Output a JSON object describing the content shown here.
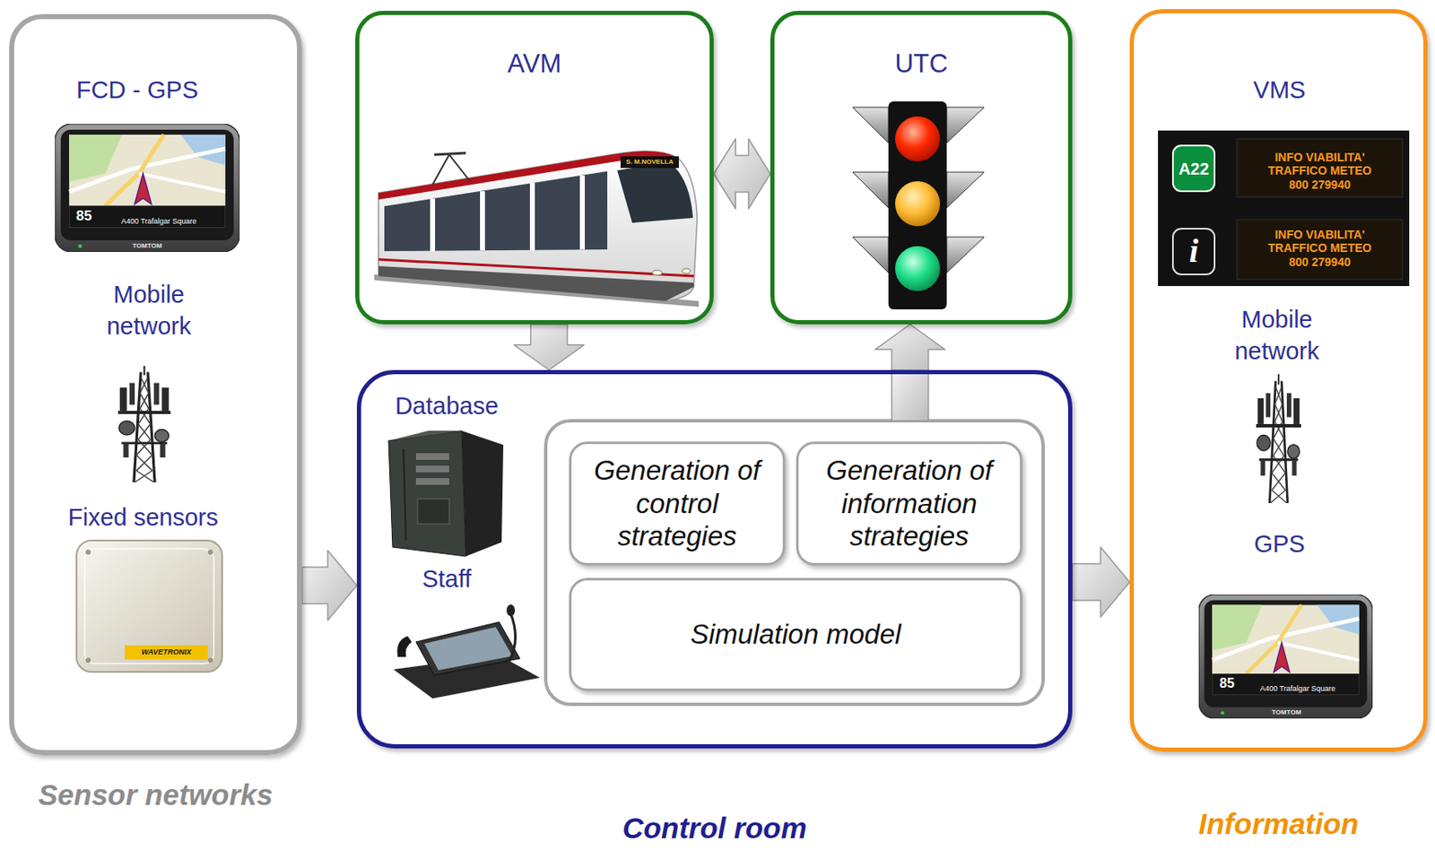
{
  "diagram": {
    "nodes": [
      {
        "text": [
          "Sensor networks"
        ]
      },
      {
        "text": [
          "AVM"
        ]
      },
      {
        "text": [
          "UTC"
        ]
      },
      {
        "text": [
          "Control room"
        ]
      },
      {
        "text": [
          "Generation of control strategies"
        ],
        "in": 3
      },
      {
        "text": [
          "Generation of information strategies"
        ],
        "in": 3
      },
      {
        "text": [
          "Simulation model"
        ],
        "in": 3
      },
      {
        "text": [
          "Information"
        ]
      }
    ],
    "edges": [
      {
        "from": 1,
        "to": 2,
        "arrow": "both"
      },
      {
        "from": 1,
        "to": 3,
        "arrow": "to"
      },
      {
        "from": 3,
        "to": 2,
        "arrow": "to"
      },
      {
        "from": 0,
        "to": 3,
        "arrow": "to"
      },
      {
        "from": 3,
        "to": 7,
        "arrow": "to"
      }
    ],
    "labels": [
      "FCD - GPS",
      "85",
      "A400 Trafalgar Square",
      "TOMTOM",
      "Mobile network",
      "Fixed sensors",
      "WAVETRONIX",
      "S. M.NOVELLA",
      "Database",
      "Staff",
      "VMS",
      "A22",
      "INFO VIABILITA'",
      "TRAFFICO METEO",
      "800 279940",
      "i",
      "INFO VIABILITA'",
      "TRAFFICO METEO",
      "800 279940",
      "Mobile network",
      "GPS",
      "85",
      "A400 Trafalgar Square",
      "TOMTOM"
    ]
  }
}
